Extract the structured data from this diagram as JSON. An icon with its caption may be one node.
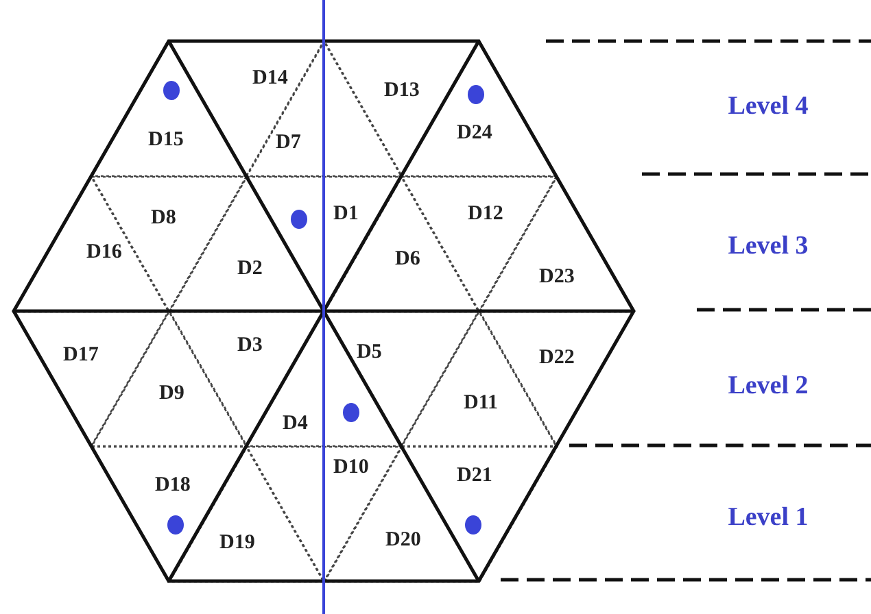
{
  "diagram": {
    "nodes": [
      {
        "text": [
          "D1"
        ]
      },
      {
        "text": [
          "D2"
        ]
      },
      {
        "text": [
          "D3"
        ]
      },
      {
        "text": [
          "D4"
        ]
      },
      {
        "text": [
          "D5"
        ]
      },
      {
        "text": [
          "D6"
        ]
      },
      {
        "text": [
          "D7"
        ]
      },
      {
        "text": [
          "D8"
        ]
      },
      {
        "text": [
          "D9"
        ]
      },
      {
        "text": [
          "D10"
        ]
      },
      {
        "text": [
          "D11"
        ]
      },
      {
        "text": [
          "D12"
        ]
      },
      {
        "text": [
          "D13"
        ]
      },
      {
        "text": [
          "D14"
        ]
      },
      {
        "text": [
          "D15"
        ]
      },
      {
        "text": [
          "D16"
        ]
      },
      {
        "text": [
          "D17"
        ]
      },
      {
        "text": [
          "D18"
        ]
      },
      {
        "text": [
          "D19"
        ]
      },
      {
        "text": [
          "D20"
        ]
      },
      {
        "text": [
          "D21"
        ]
      },
      {
        "text": [
          "D22"
        ]
      },
      {
        "text": [
          "D23"
        ]
      },
      {
        "text": [
          "D24"
        ]
      }
    ],
    "labels": [
      "Level 4",
      "Level 3",
      "Level 2",
      "Level 1"
    ]
  }
}
